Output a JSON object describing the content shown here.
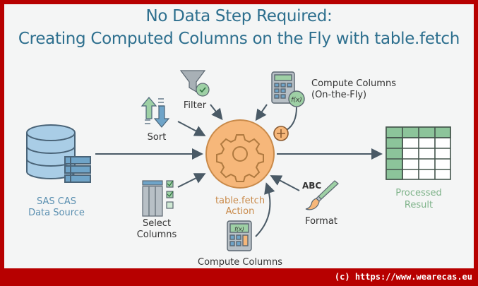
{
  "title": {
    "line1": "No Data Step Required:",
    "line2": "Creating Computed Columns on the Fly with table.fetch"
  },
  "nodes": {
    "source": {
      "line1": "SAS CAS",
      "line2": "Data Source"
    },
    "action": {
      "line1": "table.fetch",
      "line2": "Action"
    },
    "sort": {
      "label": "Sort"
    },
    "filter": {
      "label": "Filter"
    },
    "compute_top": {
      "line1": "Compute Columns",
      "line2": "(On-the-Fly)",
      "fx": "f(x)"
    },
    "select": {
      "line1": "Select",
      "line2": "Columns"
    },
    "compute_bottom": {
      "label": "Compute Columns",
      "fx": "f(x)"
    },
    "format": {
      "label": "Format",
      "abc": "ABC"
    },
    "result": {
      "line1": "Processed",
      "line2": "Result"
    }
  },
  "footer": {
    "copyright": "(c) https://www.wearecas.eu"
  },
  "colors": {
    "frame": "#b70000",
    "title": "#2d6f8e",
    "action": "#f6b77a",
    "result": "#8cc49a",
    "source": "#a9cde6"
  }
}
